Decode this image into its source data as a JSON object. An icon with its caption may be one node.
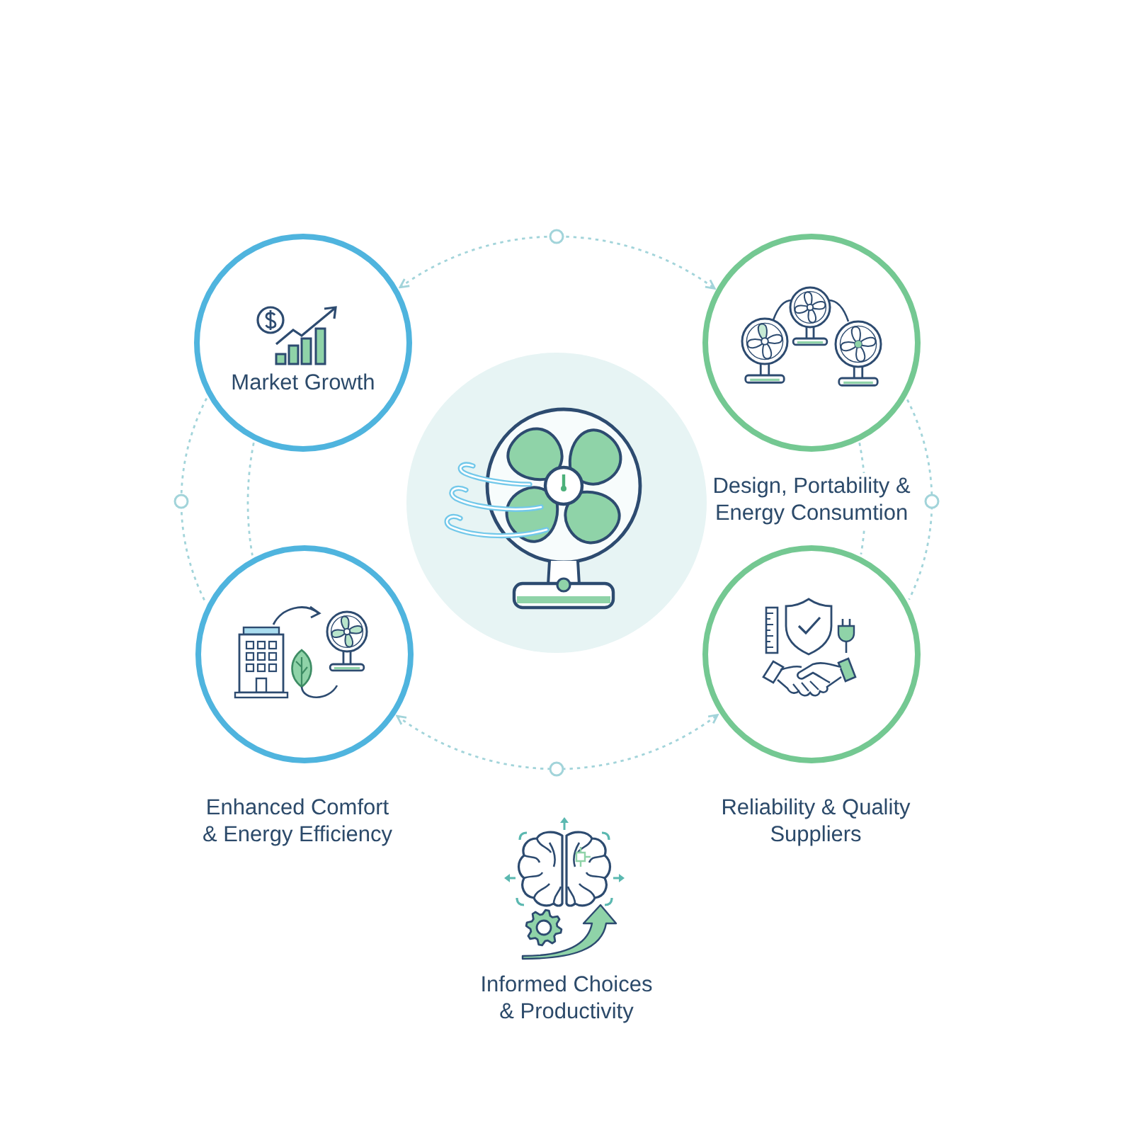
{
  "diagram": {
    "nodes": [
      {
        "text": [
          "Market Growth"
        ]
      },
      {
        "text": [
          "Design, Portability & Energy Consumtion"
        ]
      },
      {
        "text": [],
        "shape": "circle"
      },
      {
        "text": [
          "Enhanced Comfort & Energy Efficiency"
        ]
      },
      {
        "text": [
          "Reliability & Quality Suppliers"
        ]
      }
    ],
    "edges": [
      {
        "from": 0,
        "to": 1,
        "arrow": "both",
        "style": "dashed"
      },
      {
        "from": 0,
        "to": 3,
        "arrow": "none",
        "style": "dashed"
      },
      {
        "from": 0,
        "to": 3,
        "arrow": "none",
        "style": "dashed"
      },
      {
        "from": 1,
        "to": 4,
        "arrow": "none",
        "style": "dashed"
      },
      {
        "from": 1,
        "to": 4,
        "arrow": "none",
        "style": "dashed"
      },
      {
        "from": 3,
        "to": 4,
        "arrow": "both",
        "style": "dashed"
      }
    ],
    "labels": [
      "Informed Choices & Productivity"
    ]
  }
}
